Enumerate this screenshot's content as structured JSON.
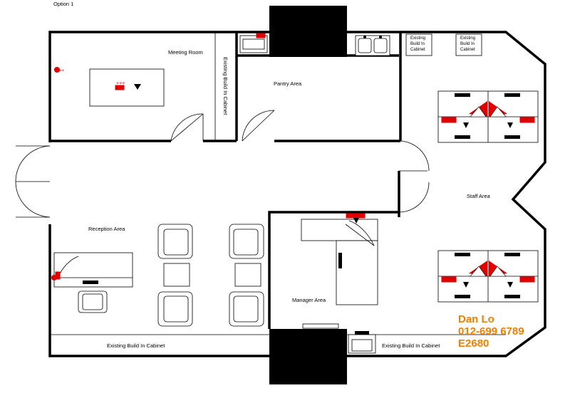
{
  "option_label": "Option 1",
  "rooms": {
    "meeting_room": "Meeting Room",
    "pantry_area": "Pantry Area",
    "reception_area": "Reception Area",
    "manager_area": "Manager Area",
    "staff_area": "Staff Area"
  },
  "cabinets": {
    "meeting_cabinet": "Existing Build In Cabinet",
    "bottom_left_cabinet": "Existing Build In Cabinet",
    "bottom_right_cabinet": "Existing Build In Cabinet",
    "top_cabinet_1": [
      "Existing",
      "Build In",
      "Cabinet"
    ],
    "top_cabinet_2": [
      "Existing",
      "Build In",
      "Cabinet"
    ]
  },
  "contact": {
    "name": "Dan Lo",
    "phone": "012-699 6789",
    "code": "E2680"
  },
  "colors": {
    "wall": "#000000",
    "power_points": "#e00000",
    "contact_text": "#f08000"
  }
}
